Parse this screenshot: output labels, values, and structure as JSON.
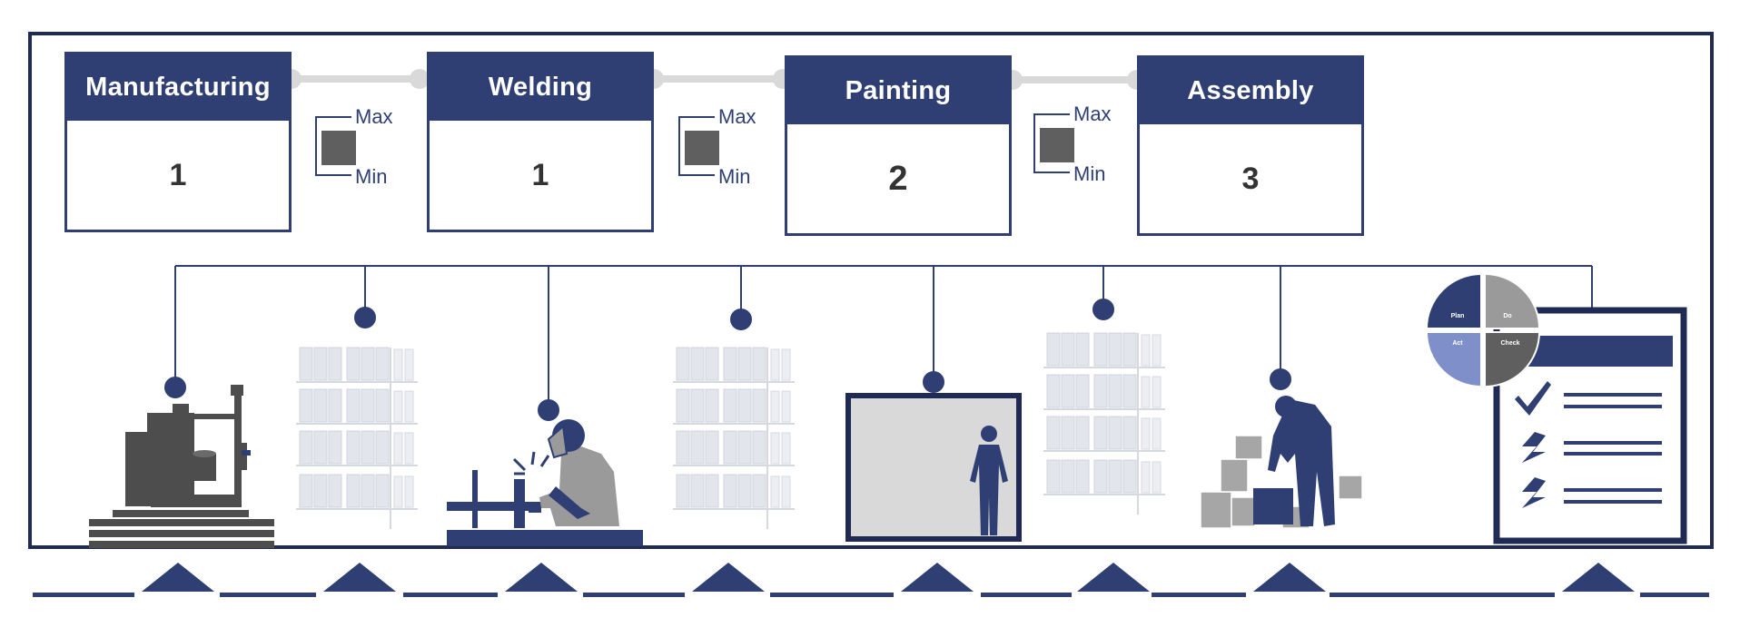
{
  "stages": [
    {
      "title": "Manufacturing",
      "value": "1"
    },
    {
      "title": "Welding",
      "value": "1"
    },
    {
      "title": "Painting",
      "value": "2"
    },
    {
      "title": "Assembly",
      "value": "3"
    }
  ],
  "limits": [
    {
      "max": "Max",
      "min": "Min"
    },
    {
      "max": "Max",
      "min": "Min"
    },
    {
      "max": "Max",
      "min": "Min"
    }
  ],
  "pdca": {
    "plan": "Plan",
    "do": "Do",
    "check": "Check",
    "act": "Act"
  },
  "icons": [
    "machine-icon",
    "warehouse-shelf-icon",
    "welder-icon",
    "warehouse-shelf-icon",
    "paint-booth-icon",
    "warehouse-shelf-icon",
    "assembly-worker-icon",
    "checklist-icon",
    "pdca-wheel-icon",
    "conveyor-arrow-icon"
  ],
  "colors": {
    "navy": "#2f3f74",
    "dark_navy": "#1f2a55",
    "gray": "#5f5f5f",
    "light_gray": "#d9d9d9",
    "mid_gray": "#9c9c9c",
    "light_blue": "#7f8fc9"
  }
}
